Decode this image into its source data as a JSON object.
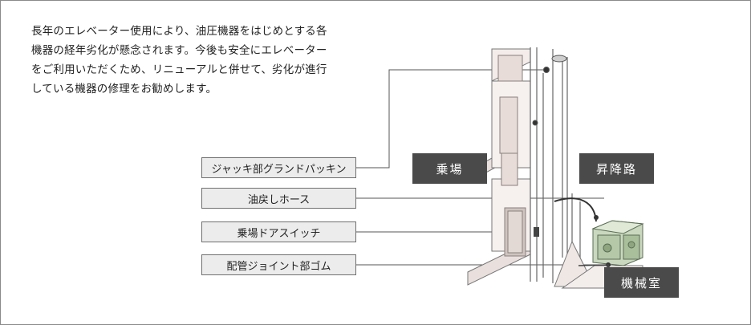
{
  "description": [
    "長年のエレベーター使用により、油圧機器をはじめとする各",
    "機器の経年劣化が懸念されます。今後も安全にエレベーター",
    "をご利用いただくため、リニューアルと併せて、劣化が進行",
    "している機器の修理をお勧めします。"
  ],
  "parts": [
    "ジャッキ部グランドパッキン",
    "油戻しホース",
    "乗場ドアスイッチ",
    "配管ジョイント部ゴム"
  ],
  "zones": {
    "landing": "乗場",
    "hoistway": "昇降路",
    "machine_room": "機械室"
  }
}
